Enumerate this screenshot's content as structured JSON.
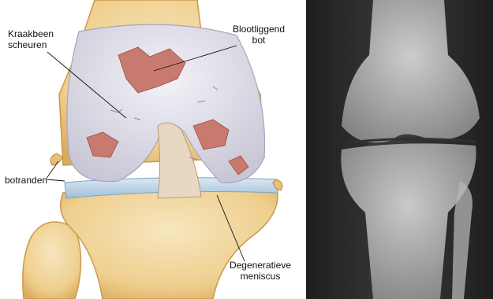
{
  "labels": {
    "cartilage_tears": [
      "Kraakbeen",
      "scheuren"
    ],
    "exposed_bone": [
      "Blootliggend",
      "bot"
    ],
    "bone_spurs": "botranden",
    "degenerative_meniscus": [
      "Degeneratieve",
      "meniscus"
    ]
  },
  "colors": {
    "bone": "#f1d7a0",
    "bone_shadow": "#d9b46a",
    "cartilage": "#e6e4ee",
    "lesion": "#c97a6e",
    "meniscus": "#b9d3e6",
    "xray_bg": "#2a2a2a"
  }
}
